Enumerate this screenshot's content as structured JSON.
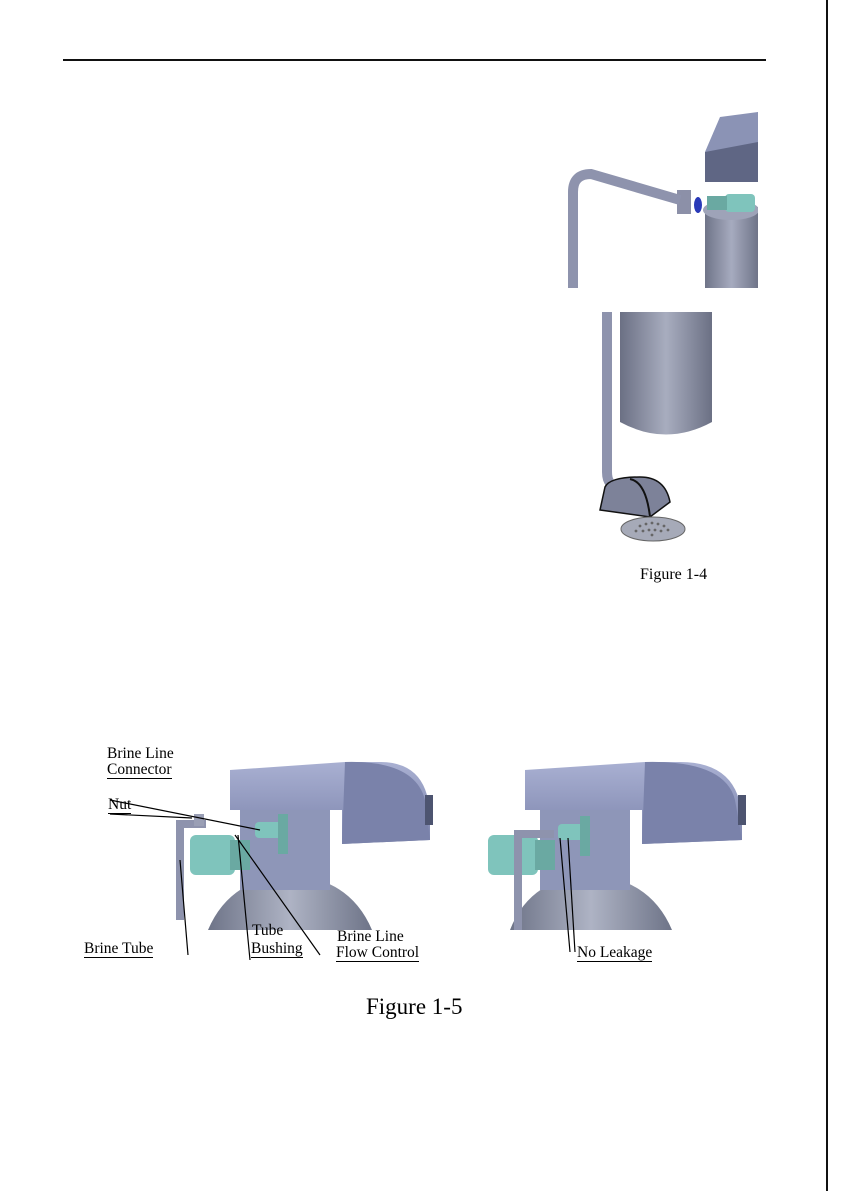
{
  "figures": {
    "figure_1_4": {
      "caption": "Figure 1-4"
    },
    "figure_1_5": {
      "caption": "Figure 1-5",
      "labels": {
        "brine_line_connector": "Brine Line\nConnector",
        "brine_line_connector_l1": "Brine Line",
        "brine_line_connector_l2": "Connector",
        "nut": "Nut",
        "brine_tube": "Brine Tube",
        "tube_l1": "Tube",
        "bushing_l2": "Bushing",
        "brine_line_l1": "Brine Line",
        "flow_control_l2": "Flow Control",
        "no_leakage": "No Leakage"
      }
    }
  },
  "colors": {
    "valve_body": "#8f97bd",
    "valve_dark": "#6e76a0",
    "tank": "#9aa0b6",
    "fitting": "#7fc4bc",
    "tube": "#8e93ad"
  }
}
